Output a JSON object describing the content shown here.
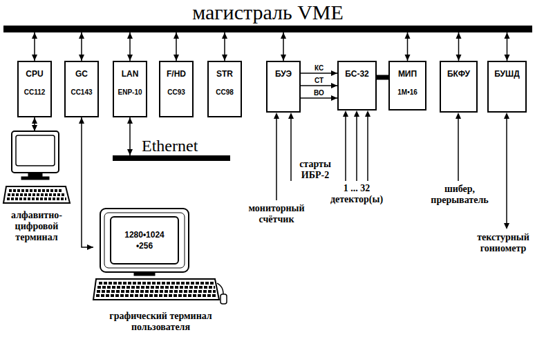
{
  "diagram": {
    "nodes": [
      {
        "text": [
          "магистраль VME"
        ]
      },
      {
        "text": [
          "CPU",
          "CC112"
        ]
      },
      {
        "text": [
          "GC",
          "CC143"
        ]
      },
      {
        "text": [
          "LAN",
          "ENP-10"
        ]
      },
      {
        "text": [
          "F/HD",
          "CC93"
        ]
      },
      {
        "text": [
          "STR",
          "CC98"
        ]
      },
      {
        "text": [
          "БУЭ"
        ]
      },
      {
        "text": [
          "БС-32"
        ]
      },
      {
        "text": [
          "МИП",
          "1M•16"
        ]
      },
      {
        "text": [
          "БКФУ"
        ]
      },
      {
        "text": [
          "БУШД"
        ]
      },
      {
        "text": [
          "Ethernet"
        ]
      },
      {
        "text": [
          "алфавитно-цифровой терминал"
        ]
      },
      {
        "text": [
          "графический терминал пользователя"
        ]
      },
      {
        "text": [
          "1280•1024 •256"
        ],
        "in": 13
      }
    ],
    "edges": [
      {
        "from": 1,
        "to": 0,
        "arrow": "both"
      },
      {
        "from": 2,
        "to": 0,
        "arrow": "both"
      },
      {
        "from": 3,
        "to": 0,
        "arrow": "both"
      },
      {
        "from": 4,
        "to": 0,
        "arrow": "both"
      },
      {
        "from": 5,
        "to": 0,
        "arrow": "both"
      },
      {
        "from": 6,
        "to": 0,
        "arrow": "both"
      },
      {
        "from": 8,
        "to": 0,
        "arrow": "both"
      },
      {
        "from": 9,
        "to": 0,
        "arrow": "both"
      },
      {
        "from": 10,
        "to": 0,
        "arrow": "both"
      },
      {
        "from": 1,
        "to": 12,
        "arrow": "both"
      },
      {
        "from": 2,
        "to": 13,
        "arrow": "both"
      },
      {
        "from": 3,
        "to": 11,
        "arrow": "both"
      },
      {
        "from": 6,
        "to": 7,
        "label": "КС",
        "arrow": "to"
      },
      {
        "from": 6,
        "to": 7,
        "label": "СТ",
        "arrow": "to"
      },
      {
        "from": 6,
        "to": 7,
        "label": "ВО",
        "arrow": "to"
      },
      {
        "from": 7,
        "to": 8,
        "arrow": "none"
      }
    ],
    "labels": [
      "старты ИБР-2",
      "мониторный счётчик",
      "1 ... 32",
      "детектор(ы)",
      "шибер, прерыватель",
      "текстурный гониометр"
    ]
  }
}
